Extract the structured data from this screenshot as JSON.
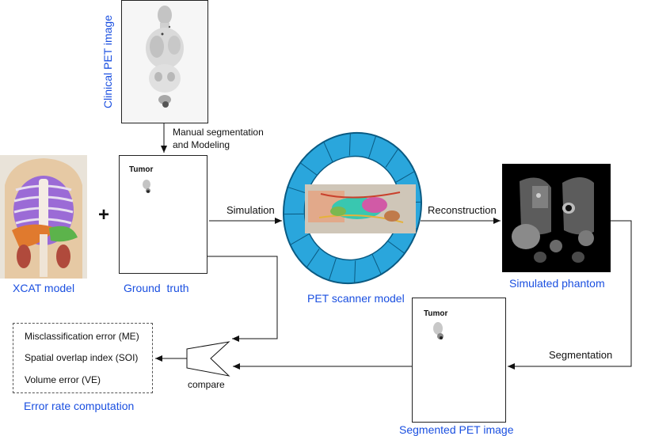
{
  "labels": {
    "clinical_pet": "Clinical PET image",
    "manual_seg": "Manual segmentation",
    "and_modeling": "and Modeling",
    "xcat": "XCAT model",
    "plus": "+",
    "ground_truth": "Ground  truth",
    "simulation": "Simulation",
    "pet_scanner": "PET scanner model",
    "reconstruction": "Reconstruction",
    "simulated_phantom": "Simulated phantom",
    "segmentation": "Segmentation",
    "segmented_pet": "Segmented PET image",
    "compare": "compare",
    "error_rate": "Error rate computation",
    "tumor": "Tumor"
  },
  "metrics": [
    "Misclassification error (ME)",
    "Spatial overlap index (SOI)",
    "Volume error (VE)"
  ],
  "colors": {
    "label_blue": "#1a4fe0",
    "scanner_cyan": "#38b8ea",
    "scanner_edge": "#0a5a82"
  }
}
